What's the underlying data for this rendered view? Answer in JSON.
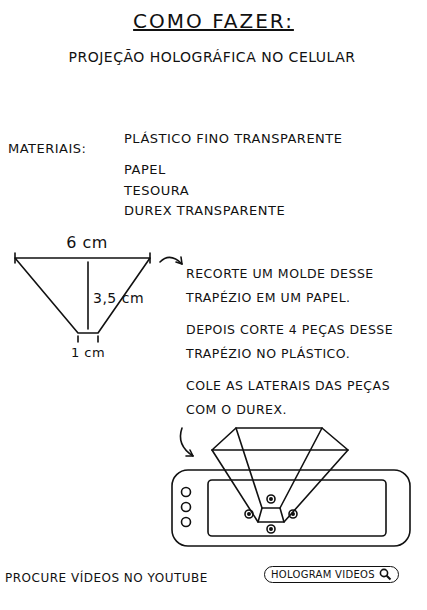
{
  "diagram": {
    "title": "COMO FAZER:",
    "nodes": [
      {
        "text": [
          "HOLOGRAM VIDEOS"
        ]
      }
    ],
    "labels": [
      "PROJEÇÃO HOLOGRÁFICA NO CELULAR",
      "MATERIAIS:",
      "PLÁSTICO FINO TRANSPARENTE",
      "PAPEL",
      "TESOURA",
      "DUREX TRANSPARENTE",
      "6 cm",
      "3,5 cm",
      "1 cm",
      "RECORTE UM MOLDE DESSE TRAPÉZIO EM UM PAPEL.",
      "DEPOIS CORTE 4 PEÇAS DESSE TRAPÉZIO NO PLÁSTICO.",
      "COLE AS LATERAIS DAS PEÇAS COM O DUREX.",
      "PROCURE VÍDEOS NO YOUTUBE"
    ]
  }
}
